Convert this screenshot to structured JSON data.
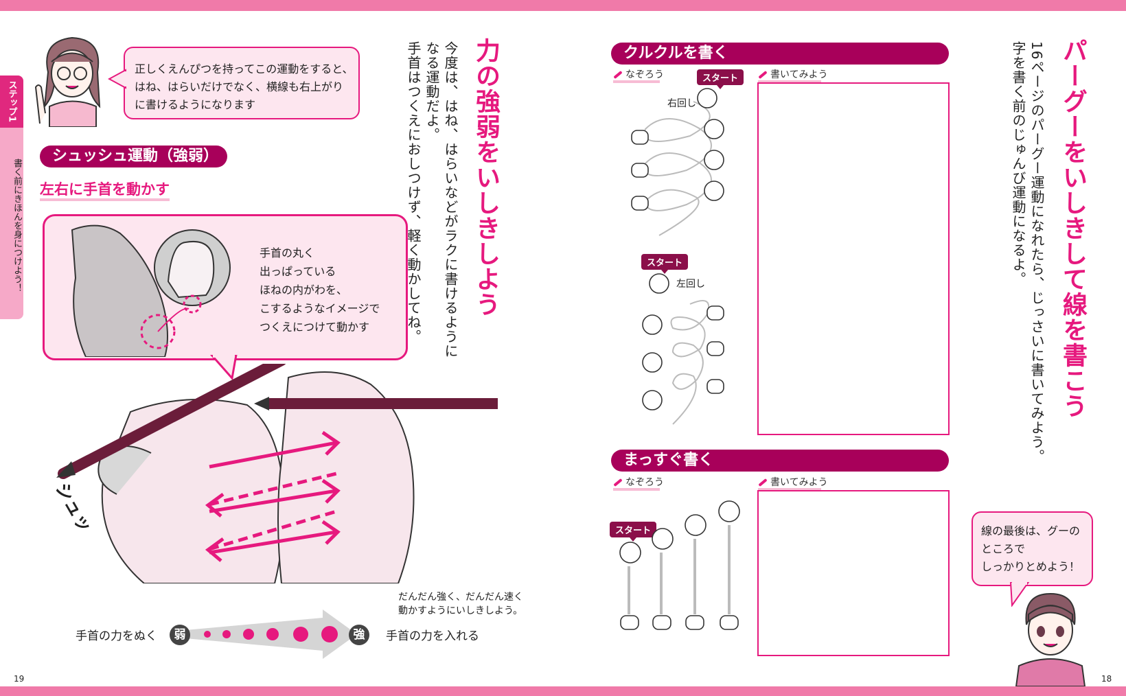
{
  "left_page": {
    "step_tab": {
      "label": "ステップ1",
      "text": "書く前にきほんを身につけよう！"
    },
    "speech_top": {
      "line1": "正しくえんぴつを持ってこの運動をすると、",
      "line2": "はね、はらいだけでなく、横線も右上がり",
      "line3": "に書けるようになります"
    },
    "title_vertical": "力の強弱をいしきしよう",
    "body_vertical": {
      "col1": "今度は、はね、はらいなどがラクに書けるように",
      "col2": "なる運動だよ。",
      "col3": "手首はつくえにおしつけず、軽く動かしてね。"
    },
    "section_title": "シュッシュ運動（強弱）",
    "section_sub": "左右に手首を動かす",
    "callout": {
      "line1": "手首の丸く",
      "line2": "出っぱっている",
      "line3": "ほねの内がわを、",
      "line4": "こするようなイメージで",
      "line5": "つくえにつけて動かす"
    },
    "sfx": "シュッ",
    "note": {
      "line1": "だんだん強く、だんだん速く",
      "line2": "動かすようにいしきしよう。"
    },
    "scale": {
      "left": "手首の力をぬく",
      "weak": "弱",
      "strong": "強",
      "right": "手首の力を入れる"
    },
    "page_number": "19"
  },
  "right_page": {
    "title_vertical": "パーグーをいしきして線を書こう",
    "body_vertical": {
      "col1": "16ページのパーグー運動になれたら、じっさいに書いてみよう。",
      "col2": "字を書く前のじゅんび運動になるよ。"
    },
    "section1": {
      "title": "クルクルを書く",
      "trace_label": "なぞろう",
      "write_label": "書いてみよう",
      "start1": "スタート",
      "dir1": "右回し",
      "start2": "スタート",
      "dir2": "左回し"
    },
    "section2": {
      "title": "まっすぐ書く",
      "trace_label": "なぞろう",
      "write_label": "書いてみよう",
      "start": "スタート"
    },
    "speech": {
      "line1": "線の最後は、グーの",
      "line2": "ところで",
      "line3": "しっかりとめよう！"
    },
    "page_number": "18"
  },
  "colors": {
    "accent": "#e6197e",
    "dark_pill": "#a8005a",
    "band": "#f07aa9",
    "bubble": "#fde6ef"
  }
}
